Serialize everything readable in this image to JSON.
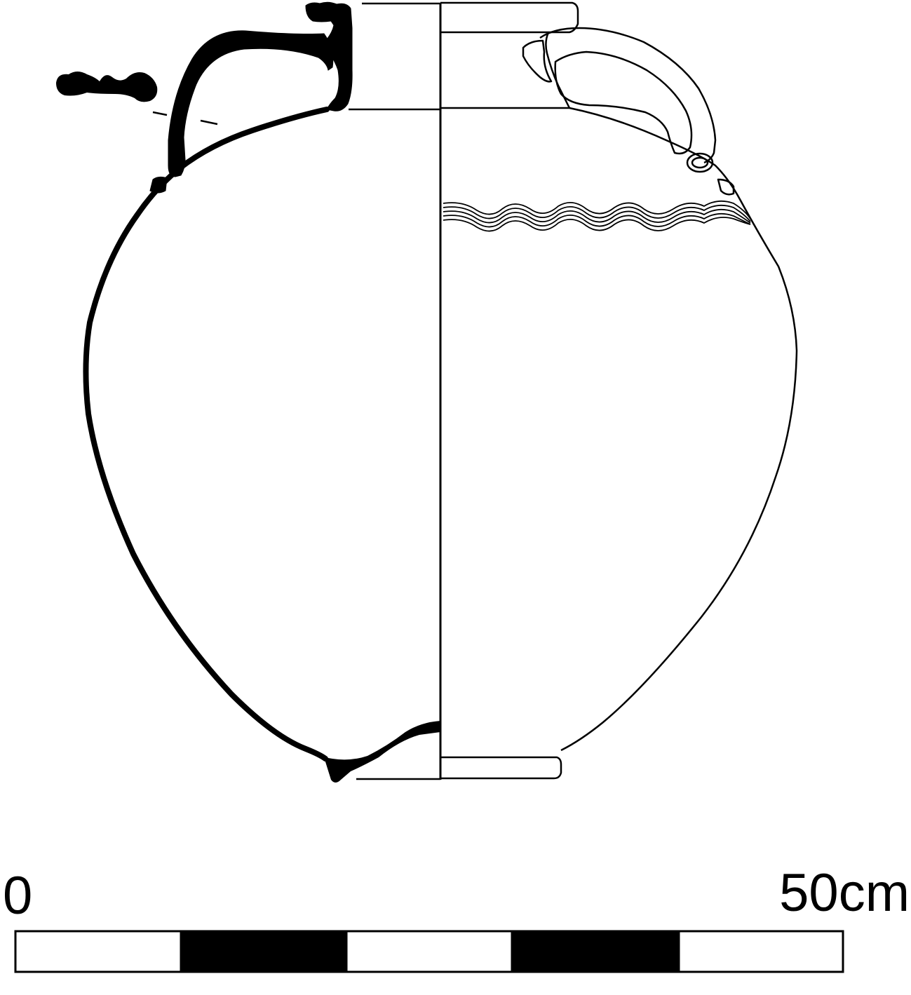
{
  "scale_bar": {
    "start_label": "0",
    "end_label": "50cm",
    "segments": 5
  },
  "colors": {
    "ink": "#000000",
    "paper": "#ffffff"
  }
}
